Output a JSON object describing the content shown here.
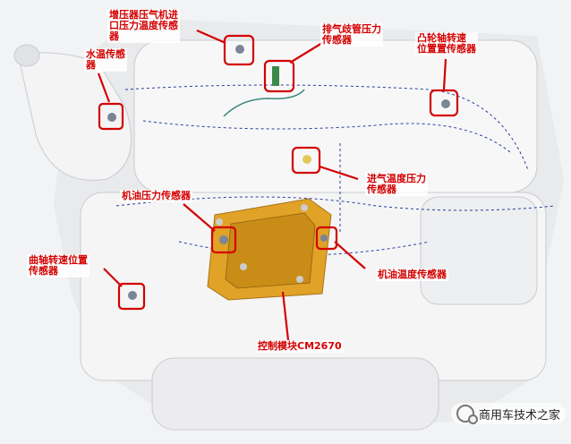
{
  "labels": {
    "turbo": "增压器压气机进\n口压力温度传感\n器",
    "water": "水温传感\n器",
    "exhaust": "排气歧管压力\n传感器",
    "cam": "凸轮轴转速\n位置置传感器",
    "intake": "进气温度压力\n传感器",
    "oil_pressure": "机油压力传感器",
    "crank": "曲轴转速位置\n传感器",
    "oil_temp": "机油温度传感器",
    "ecm": "控制模块CM2670"
  },
  "watermark": "商用车技术之家",
  "colors": {
    "accent": "#d40000",
    "ecm": "#e0a227",
    "harness": "#2a3f9c"
  }
}
